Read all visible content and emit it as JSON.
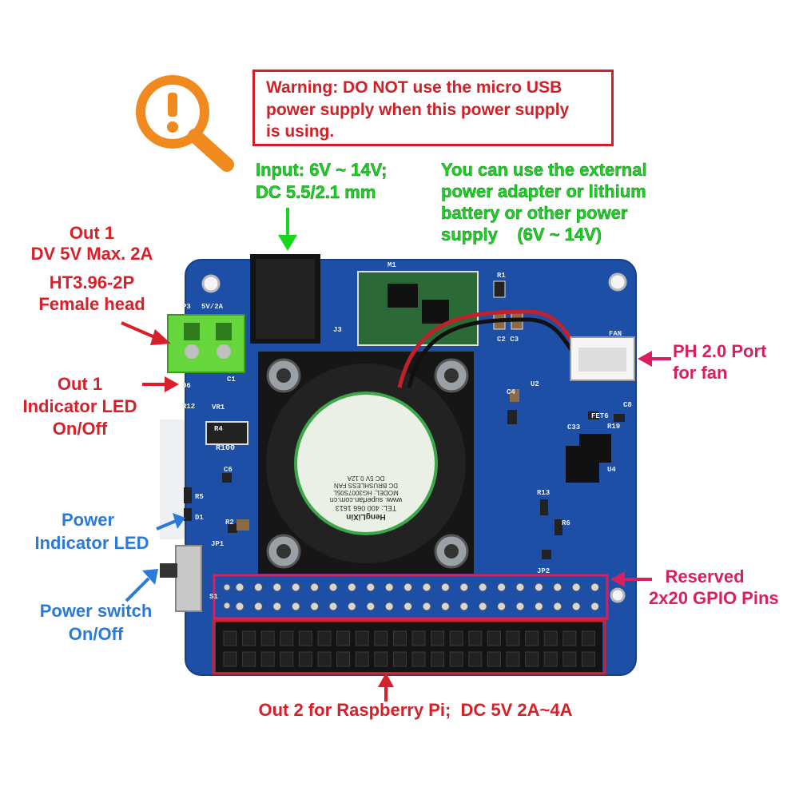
{
  "warning": {
    "lines": [
      "Warning: DO NOT use the micro USB",
      "power supply when this power supply",
      "is using."
    ]
  },
  "input_label": [
    "Input: 6V ~ 14V;",
    "DC 5.5/2.1 mm"
  ],
  "external_label": [
    "You can use the external",
    "power adapter or lithium",
    "battery or other power",
    "supply    (6V ~ 14V)"
  ],
  "out1_label": [
    "Out 1",
    "DV 5V Max. 2A",
    "HT3.96-2P",
    "Female head"
  ],
  "out1_led_label": [
    "Out 1",
    "Indicator LED",
    "On/Off"
  ],
  "power_led_label": [
    "Power",
    "Indicator LED"
  ],
  "power_switch_label": [
    "Power switch",
    "On/Off"
  ],
  "fan_port_label": [
    "PH 2.0 Port",
    "for fan"
  ],
  "gpio_label": [
    "Reserved",
    "2x20 GPIO Pins"
  ],
  "out2_label": "Out 2 for Raspberry Pi;  DC 5V 2A~4A",
  "board_silkscreen": {
    "p3": "P3",
    "p3_rating": "5V/2A",
    "j3": "J3",
    "m1": "M1",
    "r1": "R1",
    "c2c3": "C2 C3",
    "fan": "FAN",
    "u2": "U2",
    "c4": "C4",
    "fet6": "FET6",
    "c8": "C8",
    "c33": "C33",
    "r19": "R19",
    "u4": "U4",
    "r13": "R13",
    "r6": "R6",
    "jp2": "JP2",
    "d6": "D6",
    "r12": "R12",
    "vr1": "VR1",
    "r4": "R4",
    "r100": "R100",
    "c6": "C6",
    "d1": "D1",
    "r5": "R5",
    "r2": "R2",
    "jp1": "JP1",
    "s1": "S1",
    "c1": "C1"
  },
  "fan_sticker": {
    "brand": "HengLiXin",
    "tel": "TEL: 400 066 1613",
    "web": "www. superfan.com.cn",
    "model": "MODEL: HG3007S05L",
    "type": "DC BRUSHLESS FAN",
    "rating": "DC 5V  0.12A"
  },
  "colors": {
    "annotation_red": "#d8202a",
    "annotation_blue": "#2a7ad8",
    "annotation_pink": "#d8205e",
    "annotation_green": "#16d61e",
    "pcb_blue": "#1d4fa6",
    "warning_icon_orange": "#f08a1e"
  }
}
